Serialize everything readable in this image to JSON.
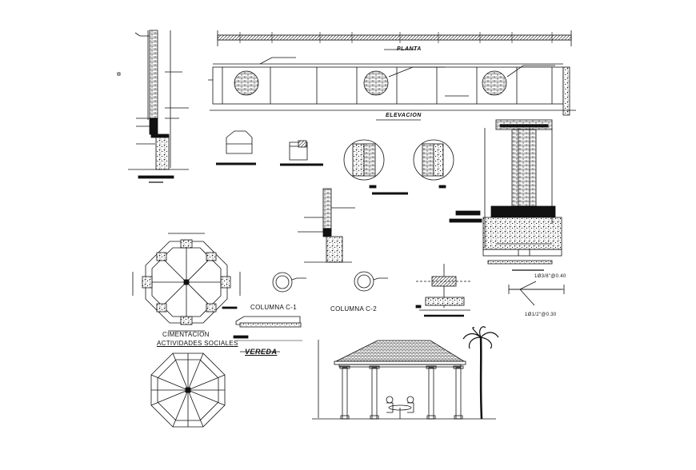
{
  "drawing": {
    "title_planta": "PLANTA",
    "title_elevacion": "ELEVACION",
    "label_columna_c1": "COLUMNA C-1",
    "label_columna_c2": "COLUMNA C-2",
    "label_cimentacion": "CIMENTACION",
    "label_actividades": "ACTIVIDADES SOCIALES",
    "label_vereda": "VEREDA",
    "label_dim_a": "1Ø3/8\"@0.40",
    "label_dim_b": "1Ø1/2\"@0.30"
  },
  "colors": {
    "ink": "#111111",
    "background": "#ffffff"
  }
}
